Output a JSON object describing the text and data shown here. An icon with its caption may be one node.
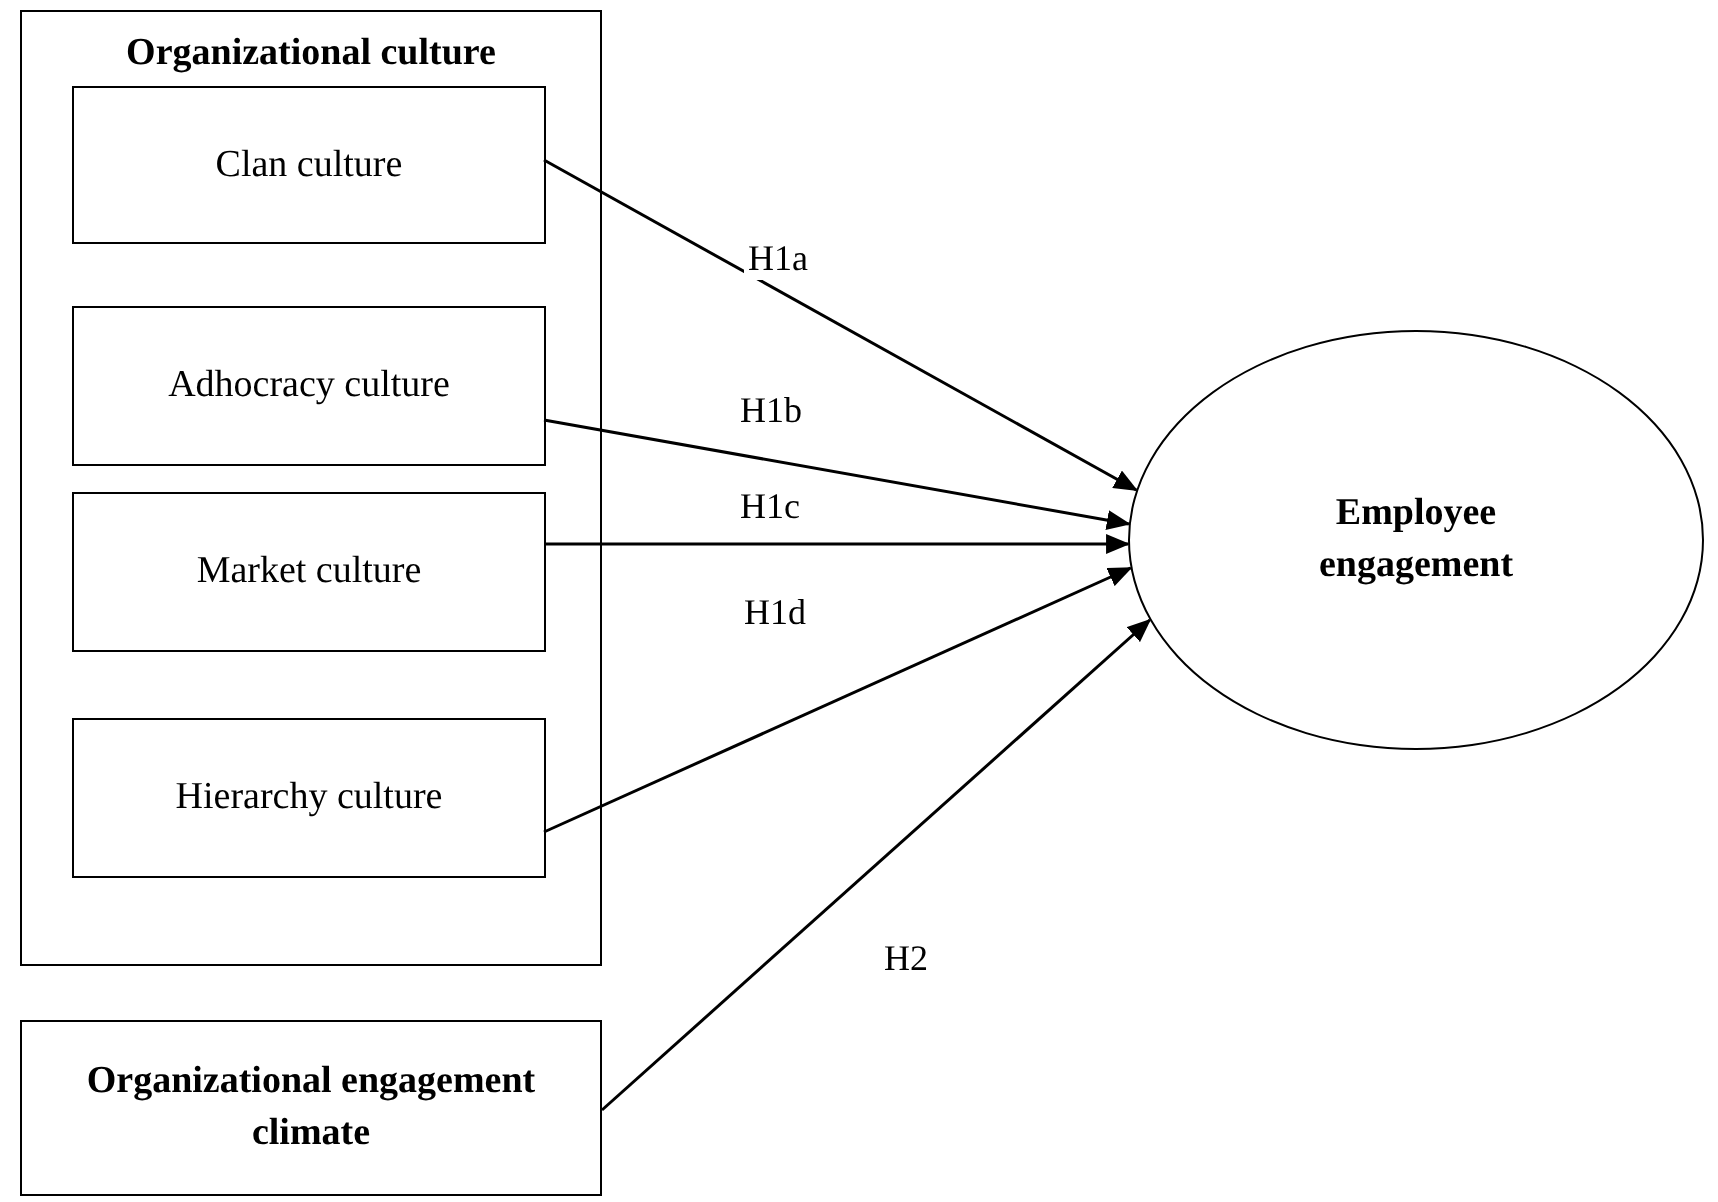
{
  "diagram": {
    "nodes": [
      {
        "text": [
          "Organizational culture"
        ]
      },
      {
        "text": [
          "Clan culture"
        ],
        "in": 0
      },
      {
        "text": [
          "Adhocracy culture"
        ],
        "in": 0
      },
      {
        "text": [
          "Market culture"
        ],
        "in": 0
      },
      {
        "text": [
          "Hierarchy culture"
        ],
        "in": 0
      },
      {
        "text": [
          "Organizational engagement climate"
        ]
      },
      {
        "text": [
          "Employee engagement"
        ]
      }
    ],
    "edges": [
      {
        "from": 1,
        "to": 6,
        "arrow": "to",
        "label": "H1a"
      },
      {
        "from": 2,
        "to": 6,
        "arrow": "to",
        "label": "H1b"
      },
      {
        "from": 3,
        "to": 6,
        "arrow": "to",
        "label": "H1c"
      },
      {
        "from": 4,
        "to": 6,
        "arrow": "to",
        "label": "H1d"
      },
      {
        "from": 5,
        "to": 6,
        "arrow": "to",
        "label": "H2"
      }
    ]
  }
}
